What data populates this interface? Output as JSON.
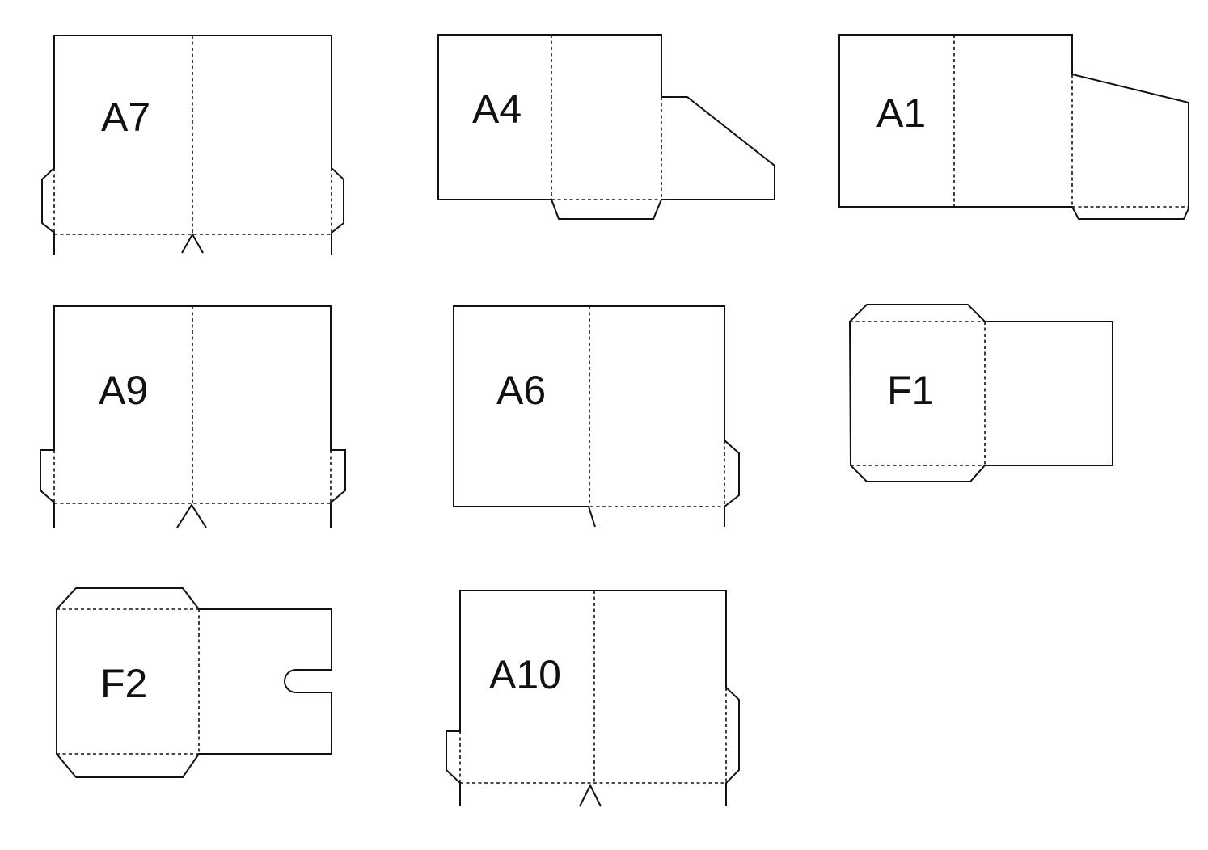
{
  "templates": [
    {
      "id": "A7",
      "label": "A7"
    },
    {
      "id": "A4",
      "label": "A4"
    },
    {
      "id": "A1",
      "label": "A1"
    },
    {
      "id": "A9",
      "label": "A9"
    },
    {
      "id": "A6",
      "label": "A6"
    },
    {
      "id": "F1",
      "label": "F1"
    },
    {
      "id": "F2",
      "label": "F2"
    },
    {
      "id": "A10",
      "label": "A10"
    }
  ]
}
